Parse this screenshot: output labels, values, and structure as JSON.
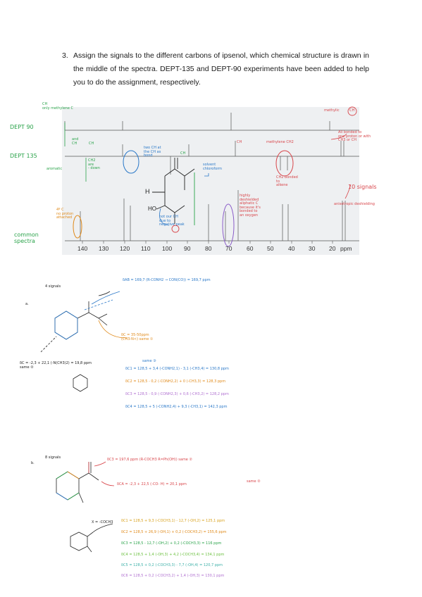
{
  "question": {
    "number": "3.",
    "text": "Assign the signals to the different carbons of ipsenol, which chemical structure is drawn in the middle of the spectra. DEPT-135 and DEPT-90 experiments have been added to help you to do the assignment, respectively."
  },
  "spectrum": {
    "trace_labels": {
      "dept90": "DEPT 90",
      "dept135": "DEPT 135",
      "common": "common spectra"
    },
    "axis_ticks": [
      "140",
      "130",
      "120",
      "110",
      "100",
      "90",
      "80",
      "70",
      "60",
      "50",
      "40",
      "30",
      "20"
    ],
    "axis_unit": "ppm",
    "structure_atoms": {
      "h": "H",
      "ho": "HO"
    },
    "annotations": {
      "ch_methylene": "CH\nonly methylene C",
      "methylic": "methylic",
      "ch_circle": "CH",
      "all_bonded": "All bonded to\none proton or with\nCH3 or CH",
      "and_ch": "and\nCH",
      "ch_top": "CH",
      "aromatic": "aromatic",
      "ch2_down": "CH2\nare\n- down",
      "two_ch": "two CH at\nthe CH as\nbond",
      "ch_right": "CH",
      "solvent": "solvent\nchloroform",
      "ch_mid": "CH",
      "methylene_ch2": "methylene CH2",
      "ch2_bonded": "CH2 bonded\nto\nalkene",
      "ten_signals": "10 signals",
      "anisotropic": "anisotropic deshielding",
      "quaternary": "4º C\nno proton\nattached",
      "highly_shielded": "highly\ndeshielded\naliphatic C\nbecause it's\nbonded to\nan oxygen",
      "not_our_ch": "not our CH\ndue to\nnegative peak"
    }
  },
  "problem_a": {
    "label": "a.",
    "signals": "4 signals",
    "dab": "δAB = 169,7 (R-CONH2 → CON(CO)) = 169,7 ppm",
    "dc": "δC = 35-50ppm\n(CH3-N<) same ①",
    "dc_left": "δC = -2,3 + 22,1 (-N(CH3)2) = 19,8 ppm\nsame ②",
    "same3": "same ③",
    "lines": [
      "δC1 = 128,5 + 3,4 (-CONH2,1) - 3,1 (-CH3,4) = 130,8 ppm",
      "δC2 = 128,5 - 0,2 (-CONH2,2) + 0 (-CH3,3) = 128,3 ppm",
      "δC3 = 128,5 - 0,9 (-CONH2,3) + 0,6 (-CH3,2) = 128,2 ppm",
      "δC4 = 128,5 + 5 (-CONH2,4) + 9,3 (-CH3,1) = 142,3 ppm"
    ]
  },
  "problem_b": {
    "label": "b.",
    "signals": "8 signals",
    "l1": "δC3 = 197,6 ppm (R-COCH3 R=Ph(OH)) same ②",
    "l2": "δCA = -2,3 + 22,5 (-CO- H) = 20,1 ppm",
    "same2": "same ②",
    "x_label": "X = -COCH3",
    "lines": [
      "δC1 = 128,5 + 9,3 (-COCH3,1) - 12,7 (-OH,2) = 125,1 ppm",
      "δC2 = 128,5 + 26,9 (-OH,1) + 0,2 (-COCH3,2) = 155,6 ppm",
      "δC3 = 128,5 - 12,7 (-OH,2) + 0,2 (-COCH3,3) = 116 ppm",
      "δC4 = 128,5 + 1,4 (-OH,3) + 4,2 (-COCH3,4) = 134,1 ppm",
      "δC5 = 128,5 + 0,2 (-COCH3,3) - 7,7 (-OH,4) = 120,7 ppm",
      "δC6 = 128,5 + 0,2 (-COCH3,2) + 1,4 (-OH,3) = 130,1 ppm"
    ]
  }
}
